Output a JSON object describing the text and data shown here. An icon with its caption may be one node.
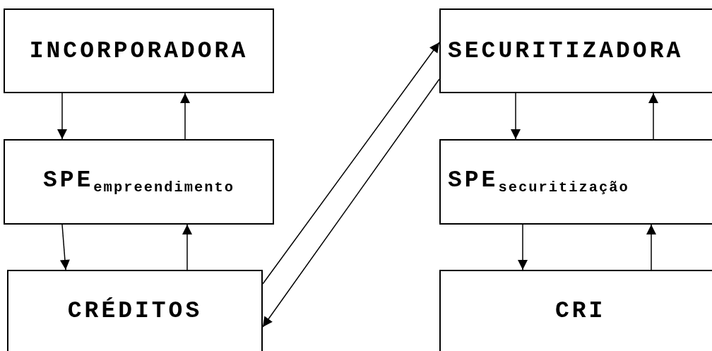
{
  "diagram": {
    "nodes": [
      {
        "text": [
          "INCORPORADORA"
        ]
      },
      {
        "text": [
          "SPE$_{empreendimento}$"
        ]
      },
      {
        "text": [
          "CRÉDITOS"
        ]
      },
      {
        "text": [
          "SECURITIZADORA"
        ]
      },
      {
        "text": [
          "SPE$_{securitização}$"
        ]
      },
      {
        "text": [
          "CRI"
        ]
      }
    ],
    "edges": [
      {
        "from": 0,
        "to": 1,
        "arrow": "to"
      },
      {
        "from": 1,
        "to": 0,
        "arrow": "to"
      },
      {
        "from": 1,
        "to": 2,
        "arrow": "to"
      },
      {
        "from": 2,
        "to": 1,
        "arrow": "to"
      },
      {
        "from": 2,
        "to": 3,
        "arrow": "to"
      },
      {
        "from": 3,
        "to": 2,
        "arrow": "to"
      },
      {
        "from": 3,
        "to": 4,
        "arrow": "to"
      },
      {
        "from": 4,
        "to": 3,
        "arrow": "to"
      },
      {
        "from": 4,
        "to": 5,
        "arrow": "to"
      },
      {
        "from": 5,
        "to": 4,
        "arrow": "to"
      }
    ]
  }
}
